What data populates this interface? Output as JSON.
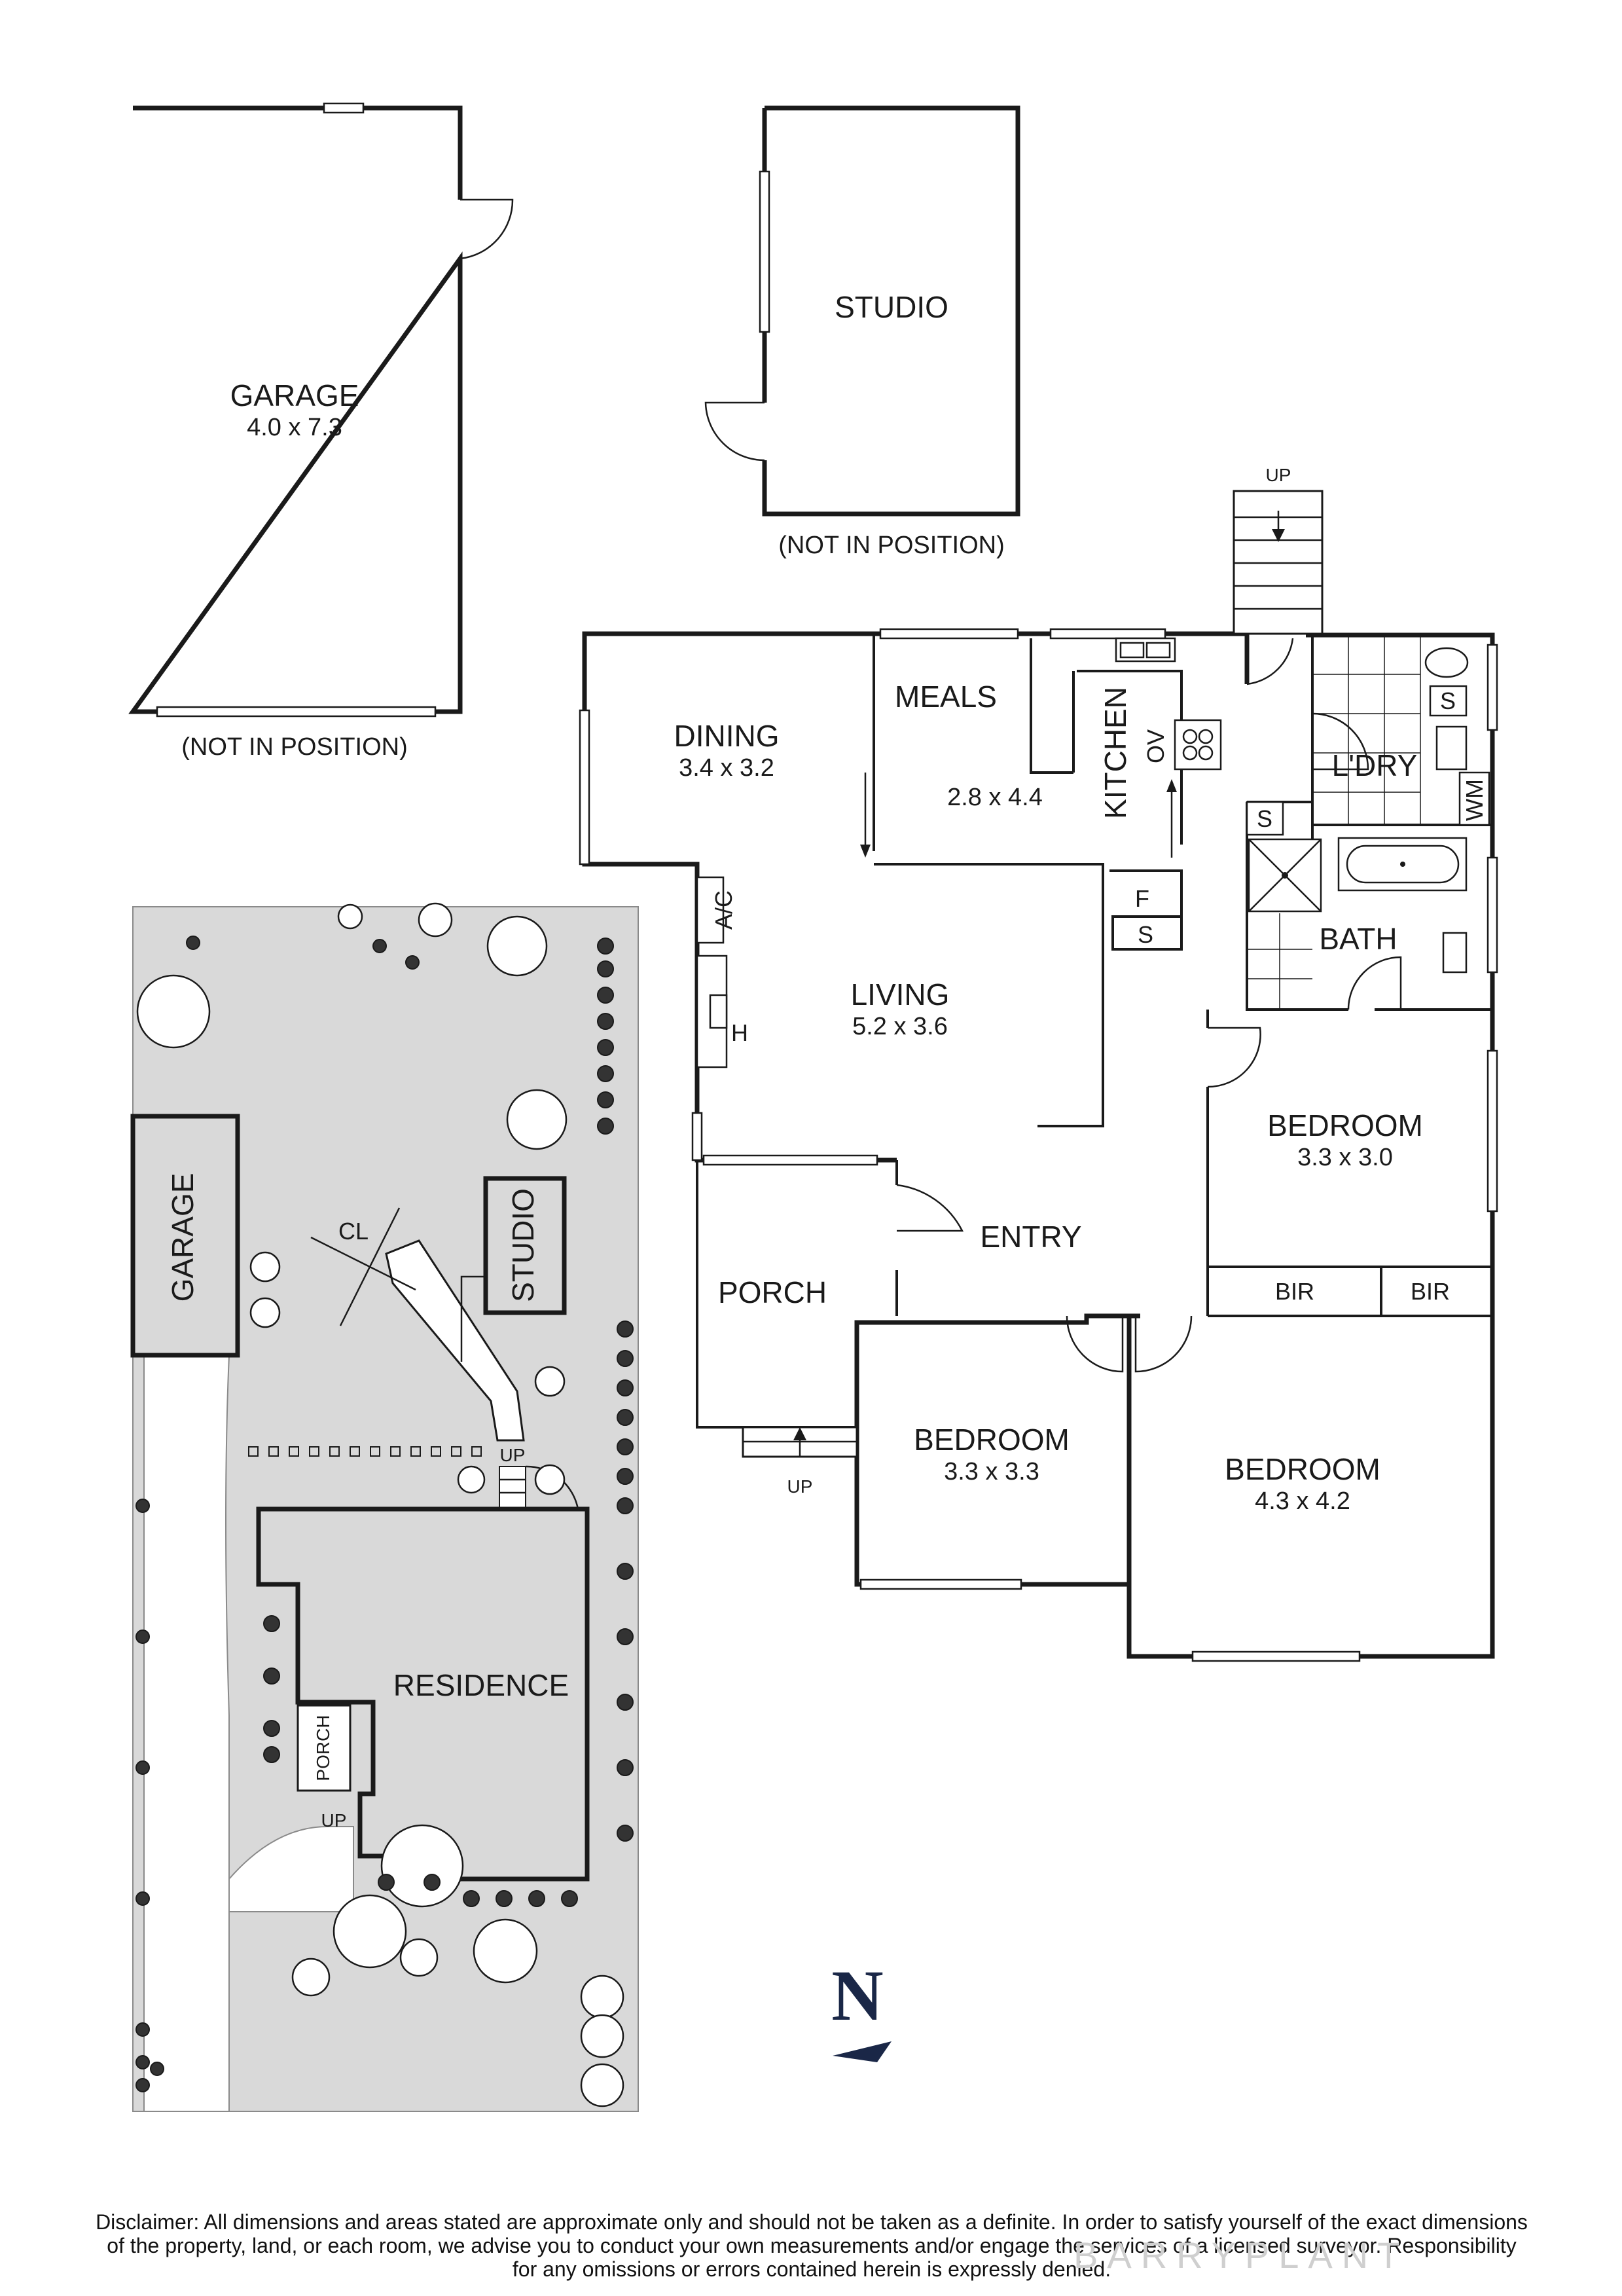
{
  "garage_detached": {
    "name": "GARAGE",
    "dims": "4.0 x 7.3",
    "note": "(NOT IN POSITION)"
  },
  "studio_detached": {
    "name": "STUDIO",
    "note": "(NOT IN POSITION)"
  },
  "rooms": {
    "dining": {
      "name": "DINING",
      "dims": "3.4 x 3.2"
    },
    "meals": {
      "name": "MEALS",
      "dims": "2.8 x 4.4"
    },
    "kitchen": {
      "name": "KITCHEN"
    },
    "laundry": {
      "name": "L'DRY"
    },
    "bath": {
      "name": "BATH"
    },
    "living": {
      "name": "LIVING",
      "dims": "5.2 x 3.6"
    },
    "bedroom1": {
      "name": "BEDROOM",
      "dims": "3.3 x 3.0"
    },
    "entry": {
      "name": "ENTRY"
    },
    "porch": {
      "name": "PORCH"
    },
    "bir1": {
      "name": "BIR"
    },
    "bir2": {
      "name": "BIR"
    },
    "bedroom2": {
      "name": "BEDROOM",
      "dims": "3.3 x 3.3"
    },
    "bedroom3": {
      "name": "BEDROOM",
      "dims": "4.3 x 4.2"
    }
  },
  "fixtures": {
    "ac": "A/C",
    "heater": "H",
    "oven": "OV",
    "fridge": "F",
    "storage_kitchen": "S",
    "storage_laundry": "S",
    "storage_bath": "S",
    "washing_machine": "WM",
    "stairs_rear": "UP",
    "stairs_porch": "UP"
  },
  "site_plan": {
    "garage": "GARAGE",
    "studio": "STUDIO",
    "residence": "RESIDENCE",
    "porch": "PORCH",
    "clothesline": "CL",
    "stairs_rear": "UP",
    "stairs_porch": "UP"
  },
  "north": "N",
  "disclaimer": {
    "line1": "Disclaimer: All dimensions and areas stated are approximate only and should not be taken as a definite. In order to satisfy yourself of the exact dimensions",
    "line2": "of the property, land, or each room, we advise you to conduct your own measurements and/or engage the services of a licensed surveyor. Responsibility",
    "line3": "for any omissions or errors contained herein is expressly denied."
  },
  "watermark": "BARRYPLANT"
}
